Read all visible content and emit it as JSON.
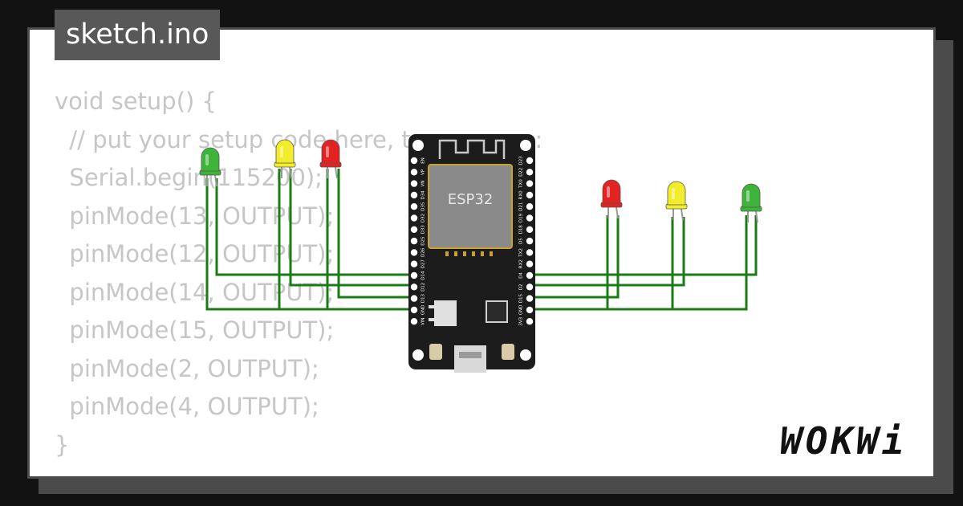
{
  "tab": {
    "title": "sketch.ino"
  },
  "code": {
    "lines": [
      "void setup() {",
      "  // put your setup code here, to run once:",
      "  Serial.begin(115200);",
      "  pinMode(13, OUTPUT);",
      "  pinMode(12, OUTPUT);",
      "  pinMode(14, OUTPUT);",
      "  pinMode(15, OUTPUT);",
      "  pinMode(2, OUTPUT);",
      "  pinMode(4, OUTPUT);",
      "}"
    ]
  },
  "board": {
    "chip_label": "ESP32",
    "left_pins": [
      "EN",
      "VP",
      "VN",
      "D34",
      "D35",
      "D32",
      "D33",
      "D25",
      "D26",
      "D27",
      "D14",
      "D12",
      "D13",
      "GND",
      "VIN"
    ],
    "right_pins": [
      "D23",
      "D22",
      "TX0",
      "RX0",
      "D21",
      "D19",
      "D18",
      "D5",
      "TX2",
      "RX2",
      "D4",
      "D2",
      "D15",
      "GND",
      "3V3"
    ]
  },
  "leds": [
    {
      "color": "green"
    },
    {
      "color": "yellow"
    },
    {
      "color": "red"
    },
    {
      "color": "red"
    },
    {
      "color": "yellow"
    },
    {
      "color": "green"
    }
  ],
  "colors": {
    "wire": "#1a7d14",
    "led_green": "#3fb43a",
    "led_yellow": "#f2ec2a",
    "led_red": "#e32222",
    "board": "#1c1c1c"
  },
  "brand": {
    "logo": "WOKWi"
  }
}
